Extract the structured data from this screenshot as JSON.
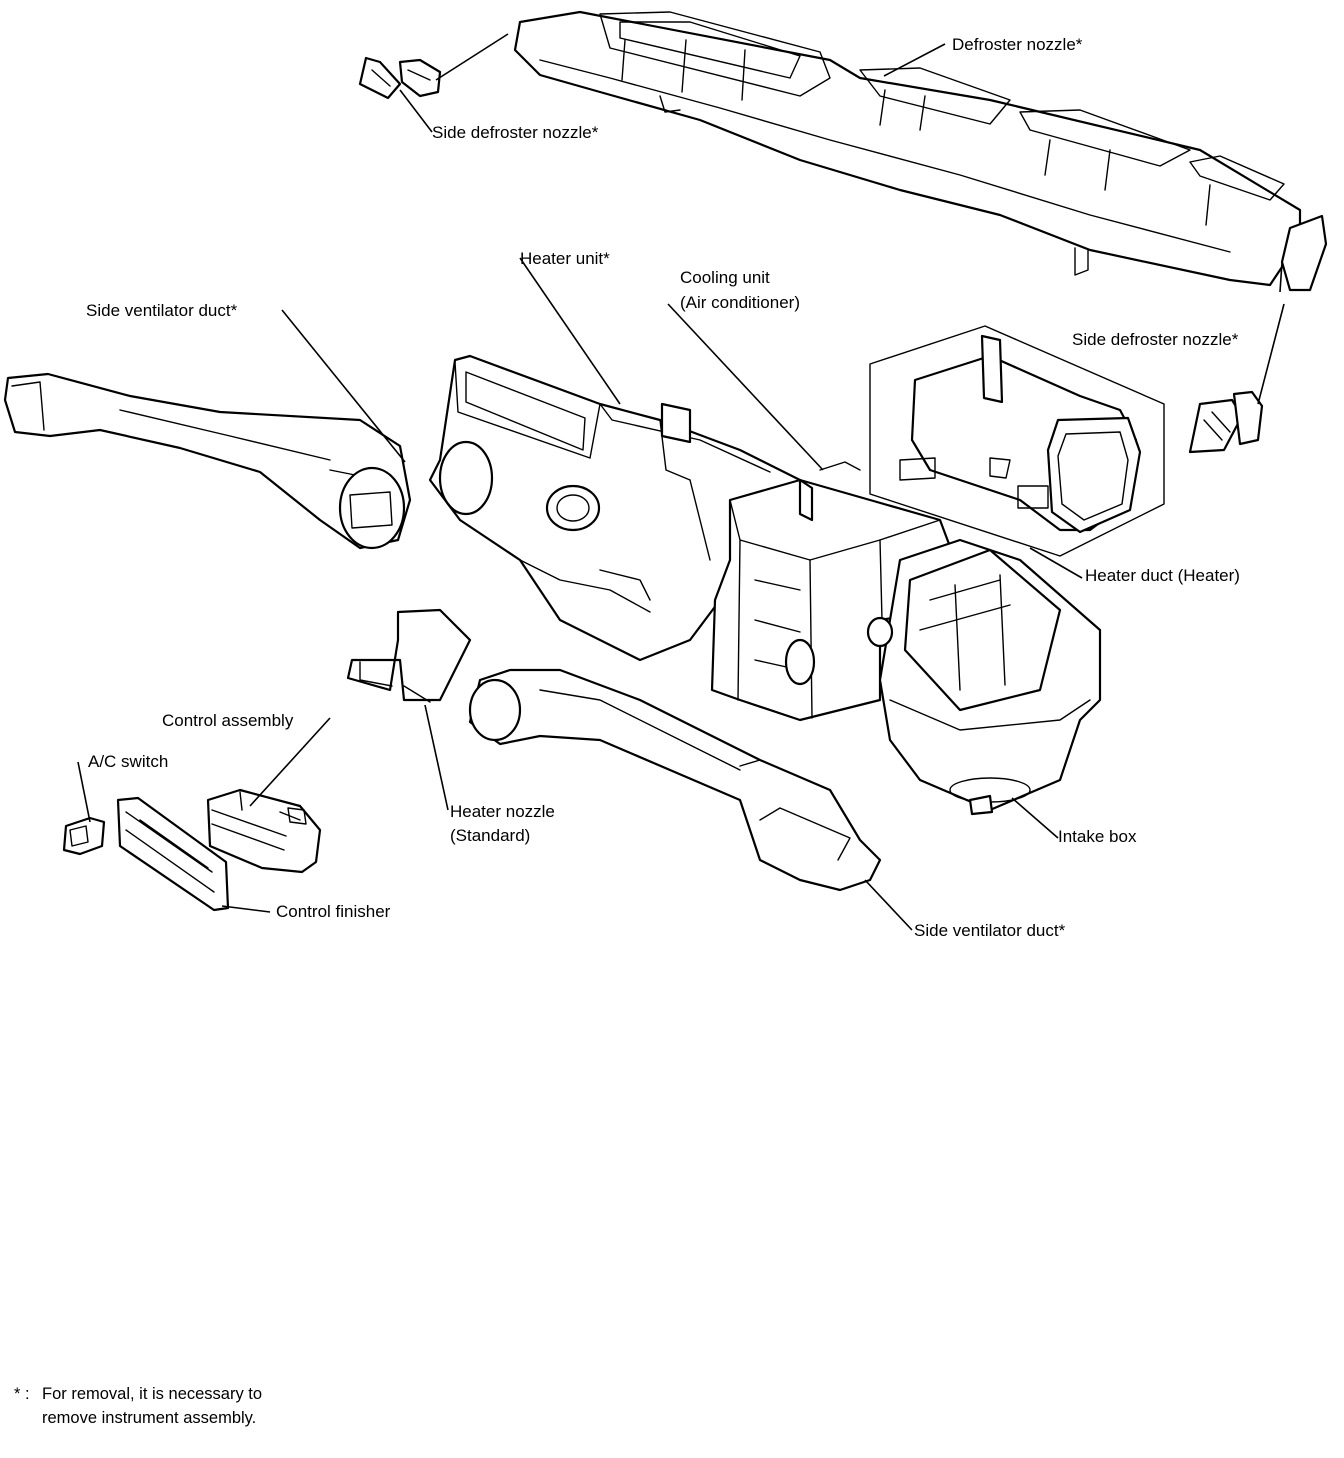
{
  "labels": {
    "defroster_nozzle": "Defroster nozzle*",
    "side_defroster_nozzle_left": "Side defroster nozzle*",
    "side_defroster_nozzle_right": "Side defroster nozzle*",
    "heater_unit": "Heater unit*",
    "cooling_unit_line1": "Cooling unit",
    "cooling_unit_line2": "(Air conditioner)",
    "side_ventilator_duct_left": "Side ventilator duct*",
    "side_ventilator_duct_right": "Side ventilator duct*",
    "heater_duct": "Heater duct (Heater)",
    "control_assembly": "Control assembly",
    "ac_switch": "A/C switch",
    "heater_nozzle_line1": "Heater nozzle",
    "heater_nozzle_line2": "(Standard)",
    "intake_box": "Intake box",
    "control_finisher": "Control finisher"
  },
  "footnote": {
    "mark": "* :",
    "text": "For removal, it is necessary to remove instrument assembly."
  }
}
